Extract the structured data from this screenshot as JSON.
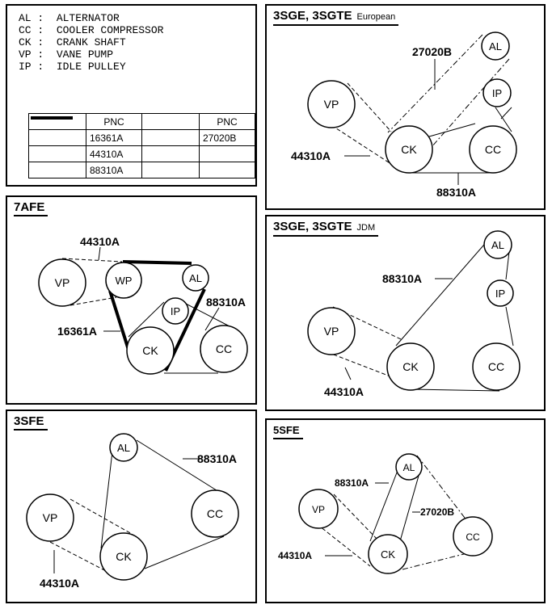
{
  "legend": {
    "abbreviations": [
      {
        "code": "AL",
        "name": "ALTERNATOR"
      },
      {
        "code": "CC",
        "name": "COOLER COMPRESSOR"
      },
      {
        "code": "CK",
        "name": "CRANK SHAFT"
      },
      {
        "code": "VP",
        "name": "VANE PUMP"
      },
      {
        "code": "IP",
        "name": "IDLE PULLEY"
      }
    ],
    "table": {
      "header": "PNC",
      "rows": [
        {
          "style": "thick",
          "pnc": "16361A",
          "style2": "dashdot",
          "pnc2": "27020B"
        },
        {
          "style": "dashed",
          "pnc": "44310A",
          "style2": "",
          "pnc2": ""
        },
        {
          "style": "thin",
          "pnc": "88310A",
          "style2": "",
          "pnc2": ""
        }
      ]
    }
  },
  "panels": {
    "3sge_european": {
      "title": "3SGE, 3SGTE",
      "note": "European",
      "pulleys": {
        "al": "AL",
        "ip": "IP",
        "vp": "VP",
        "ck": "CK",
        "cc": "CC"
      },
      "labels": {
        "belt_a": "27020B",
        "belt_b": "44310A",
        "belt_c": "88310A"
      }
    },
    "7afe": {
      "title": "7AFE",
      "pulleys": {
        "vp": "VP",
        "wp": "WP",
        "al": "AL",
        "ip": "IP",
        "ck": "CK",
        "cc": "CC"
      },
      "labels": {
        "belt_a": "44310A",
        "belt_b": "88310A",
        "belt_c": "16361A"
      }
    },
    "3sge_jdm": {
      "title": "3SGE, 3SGTE",
      "note": "JDM",
      "pulleys": {
        "al": "AL",
        "ip": "IP",
        "vp": "VP",
        "ck": "CK",
        "cc": "CC"
      },
      "labels": {
        "belt_a": "88310A",
        "belt_b": "44310A"
      }
    },
    "3sfe": {
      "title": "3SFE",
      "pulleys": {
        "al": "AL",
        "vp": "VP",
        "ck": "CK",
        "cc": "CC"
      },
      "labels": {
        "belt_a": "88310A",
        "belt_b": "44310A"
      }
    },
    "5sfe": {
      "title": "5SFE",
      "pulleys": {
        "al": "AL",
        "vp": "VP",
        "ck": "CK",
        "cc": "CC"
      },
      "labels": {
        "belt_a": "88310A",
        "belt_b": "27020B",
        "belt_c": "44310A"
      }
    }
  }
}
